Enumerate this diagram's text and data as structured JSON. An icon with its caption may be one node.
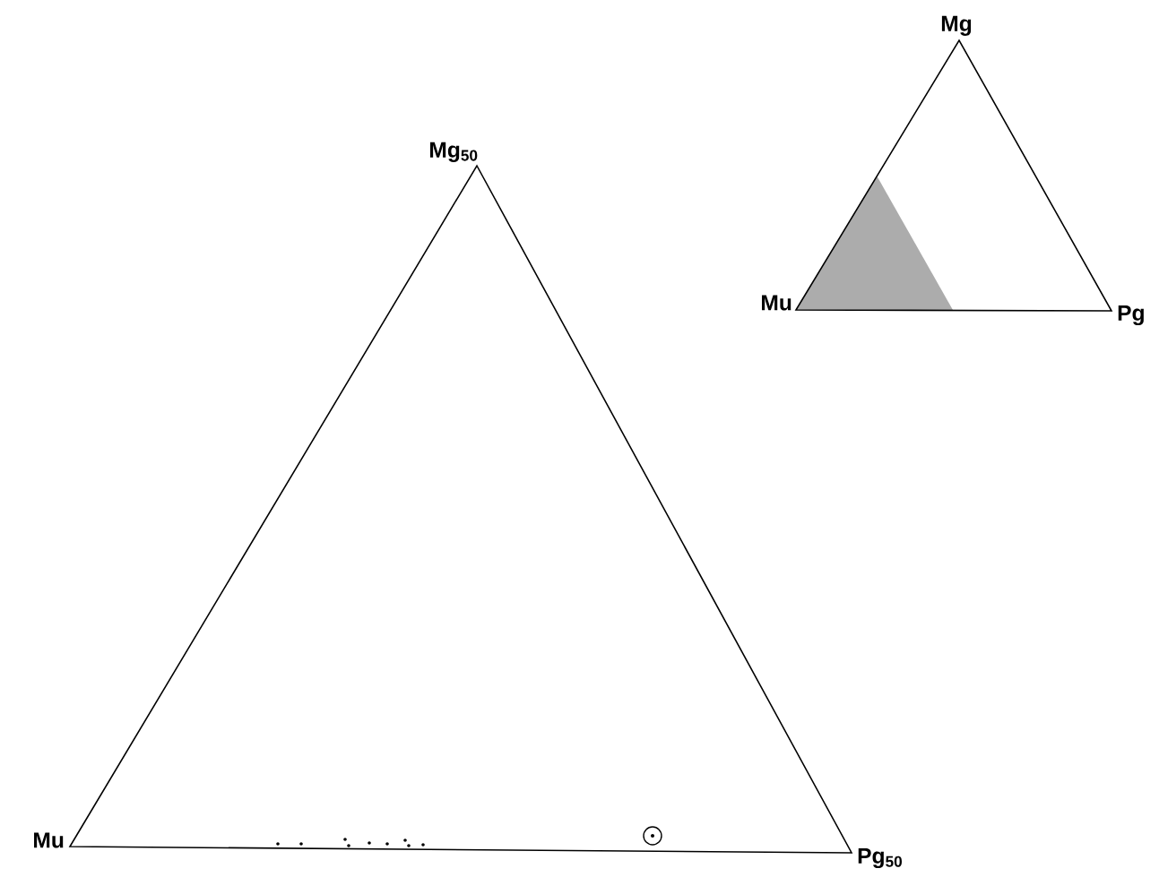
{
  "diagram": {
    "labels": [
      "Mg",
      "Mg$_{50}$",
      "Mu",
      "Pg",
      "Mu",
      "Pg$_{50}$"
    ]
  }
}
